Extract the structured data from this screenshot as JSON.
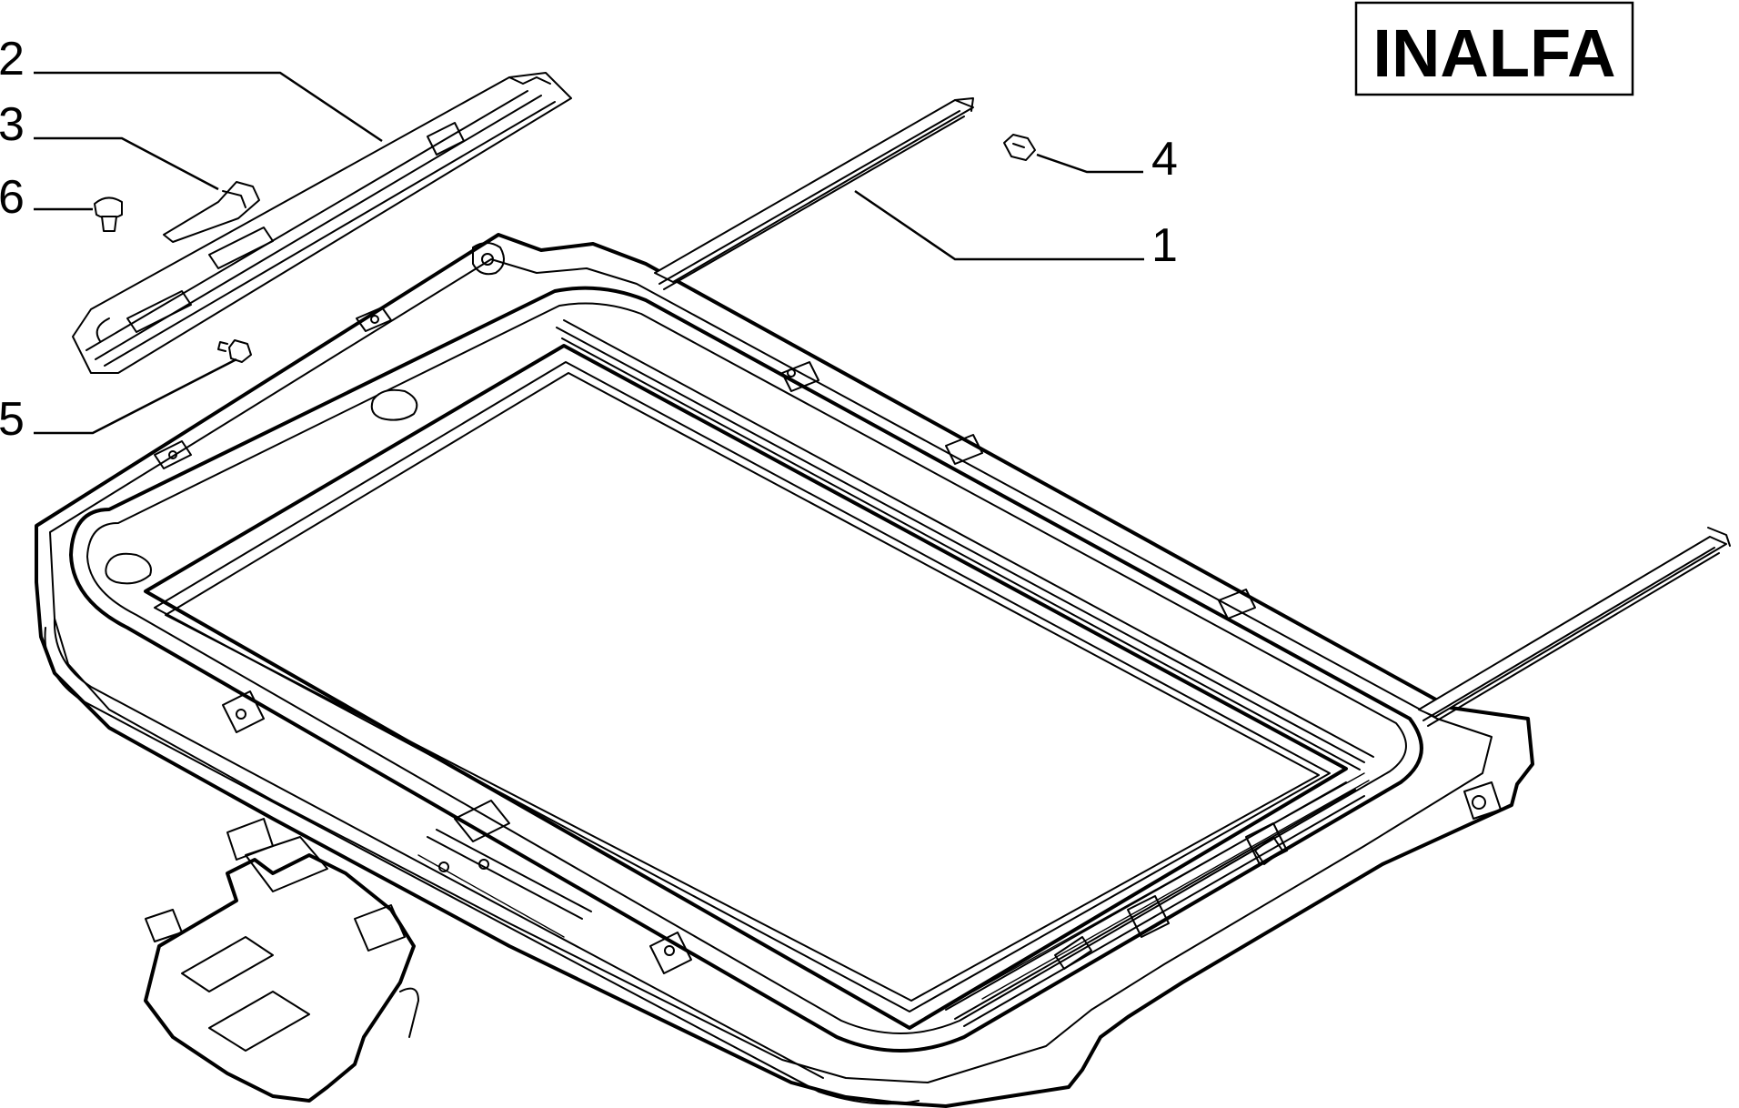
{
  "brand": {
    "label": "INALFA"
  },
  "callouts": [
    {
      "number": "1",
      "part": "rail-right"
    },
    {
      "number": "2",
      "part": "rail-left"
    },
    {
      "number": "3",
      "part": "slider"
    },
    {
      "number": "4",
      "part": "clip"
    },
    {
      "number": "5",
      "part": "screw"
    },
    {
      "number": "6",
      "part": "plug"
    }
  ],
  "colors": {
    "line": "#000000",
    "background": "#ffffff"
  }
}
